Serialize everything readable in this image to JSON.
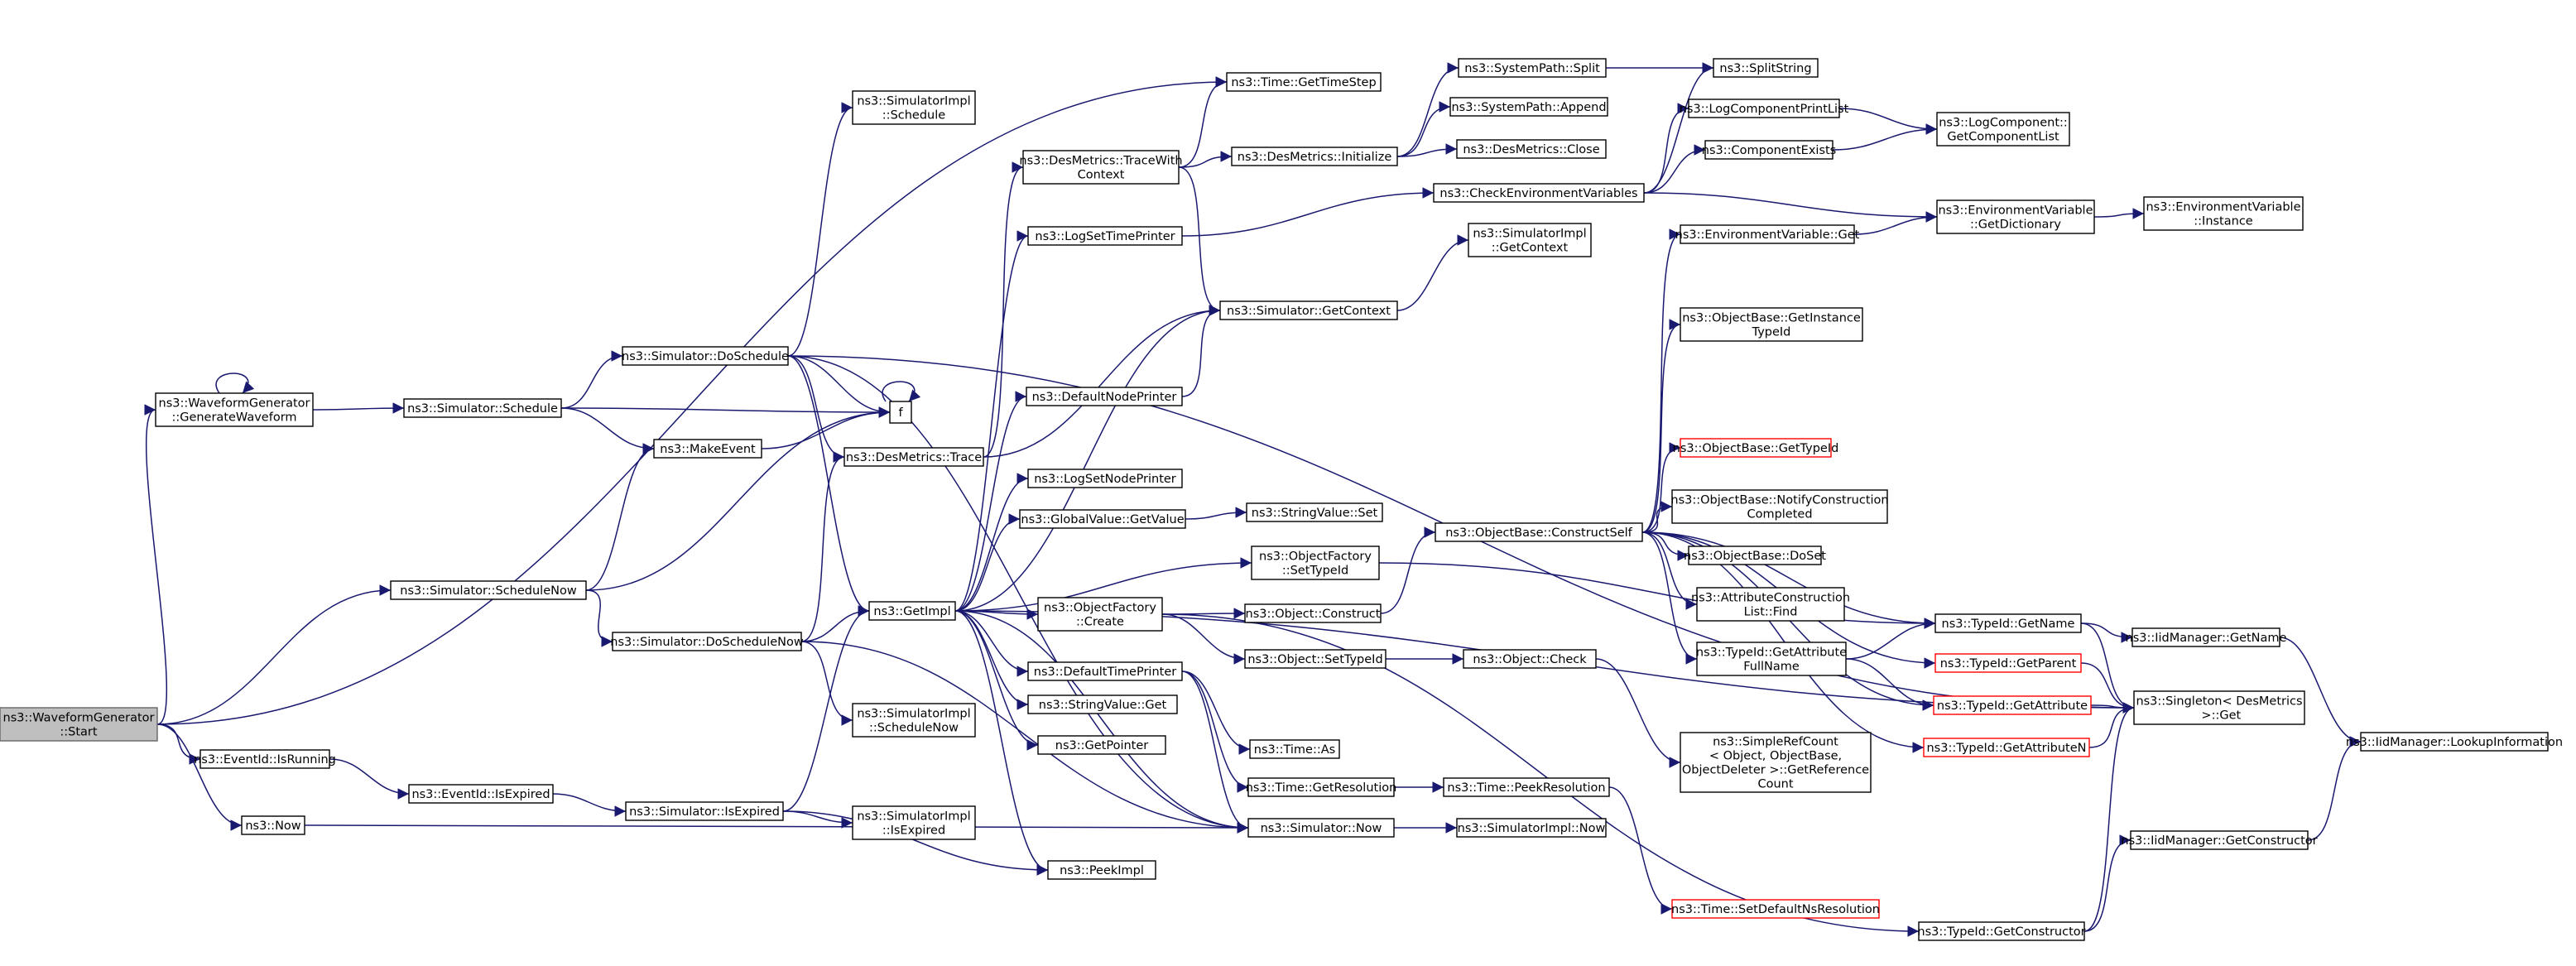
{
  "diagram": {
    "nodes": [
      {
        "id": "start",
        "lines": [
          "ns3::WaveformGenerator",
          "::Start"
        ],
        "root": true
      },
      {
        "id": "genwave",
        "lines": [
          "ns3::WaveformGenerator",
          "::GenerateWaveform"
        ]
      },
      {
        "id": "isrunning",
        "lines": [
          "ns3::EventId::IsRunning"
        ]
      },
      {
        "id": "now1",
        "lines": [
          "ns3::Now"
        ]
      },
      {
        "id": "sched",
        "lines": [
          "ns3::Simulator::Schedule"
        ]
      },
      {
        "id": "schednow",
        "lines": [
          "ns3::Simulator::ScheduleNow"
        ]
      },
      {
        "id": "isexpired",
        "lines": [
          "ns3::EventId::IsExpired"
        ]
      },
      {
        "id": "doschedule",
        "lines": [
          "ns3::Simulator::DoSchedule"
        ]
      },
      {
        "id": "makeevent",
        "lines": [
          "ns3::MakeEvent"
        ]
      },
      {
        "id": "doschednow",
        "lines": [
          "ns3::Simulator::DoScheduleNow"
        ]
      },
      {
        "id": "simisexpired",
        "lines": [
          "ns3::Simulator::IsExpired"
        ]
      },
      {
        "id": "implschedule",
        "lines": [
          "ns3::SimulatorImpl",
          "::Schedule"
        ]
      },
      {
        "id": "f",
        "lines": [
          "f"
        ]
      },
      {
        "id": "destrace",
        "lines": [
          "ns3::DesMetrics::Trace"
        ]
      },
      {
        "id": "getimpl",
        "lines": [
          "ns3::GetImpl"
        ]
      },
      {
        "id": "implschednow",
        "lines": [
          "ns3::SimulatorImpl",
          "::ScheduleNow"
        ]
      },
      {
        "id": "implisexpired",
        "lines": [
          "ns3::SimulatorImpl",
          "::IsExpired"
        ]
      },
      {
        "id": "tracewith",
        "lines": [
          "ns3::DesMetrics::TraceWith",
          "Context"
        ]
      },
      {
        "id": "logsettime",
        "lines": [
          "ns3::LogSetTimePrinter"
        ]
      },
      {
        "id": "defnodeprinter",
        "lines": [
          "ns3::DefaultNodePrinter"
        ]
      },
      {
        "id": "logsetnode",
        "lines": [
          "ns3::LogSetNodePrinter"
        ]
      },
      {
        "id": "gvget",
        "lines": [
          "ns3::GlobalValue::GetValue"
        ]
      },
      {
        "id": "ofcreate",
        "lines": [
          "ns3::ObjectFactory",
          "::Create"
        ]
      },
      {
        "id": "deftimeprinter",
        "lines": [
          "ns3::DefaultTimePrinter"
        ]
      },
      {
        "id": "svget",
        "lines": [
          "ns3::StringValue::Get"
        ]
      },
      {
        "id": "getpointer",
        "lines": [
          "ns3::GetPointer"
        ]
      },
      {
        "id": "peekimpl",
        "lines": [
          "ns3::PeekImpl"
        ]
      },
      {
        "id": "gettimestep",
        "lines": [
          "ns3::Time::GetTimeStep"
        ]
      },
      {
        "id": "desinit",
        "lines": [
          "ns3::DesMetrics::Initialize"
        ]
      },
      {
        "id": "simgetctx",
        "lines": [
          "ns3::Simulator::GetContext"
        ]
      },
      {
        "id": "svset",
        "lines": [
          "ns3::StringValue::Set"
        ]
      },
      {
        "id": "ofsettypeid",
        "lines": [
          "ns3::ObjectFactory",
          "::SetTypeId"
        ]
      },
      {
        "id": "objconstruct",
        "lines": [
          "ns3::Object::Construct"
        ]
      },
      {
        "id": "objsettypeid",
        "lines": [
          "ns3::Object::SetTypeId"
        ]
      },
      {
        "id": "timeas",
        "lines": [
          "ns3::Time::As"
        ]
      },
      {
        "id": "timegetres",
        "lines": [
          "ns3::Time::GetResolution"
        ]
      },
      {
        "id": "simnow",
        "lines": [
          "ns3::Simulator::Now"
        ]
      },
      {
        "id": "spsplit",
        "lines": [
          "ns3::SystemPath::Split"
        ]
      },
      {
        "id": "spappend",
        "lines": [
          "ns3::SystemPath::Append"
        ]
      },
      {
        "id": "desclose",
        "lines": [
          "ns3::DesMetrics::Close"
        ]
      },
      {
        "id": "checkenv",
        "lines": [
          "ns3::CheckEnvironmentVariables"
        ]
      },
      {
        "id": "implgetctx",
        "lines": [
          "ns3::SimulatorImpl",
          "::GetContext"
        ]
      },
      {
        "id": "constructself",
        "lines": [
          "ns3::ObjectBase::ConstructSelf"
        ]
      },
      {
        "id": "objcheck",
        "lines": [
          "ns3::Object::Check"
        ]
      },
      {
        "id": "timepeekres",
        "lines": [
          "ns3::Time::PeekResolution"
        ]
      },
      {
        "id": "implnow",
        "lines": [
          "ns3::SimulatorImpl::Now"
        ]
      },
      {
        "id": "splitstring",
        "lines": [
          "ns3::SplitString"
        ]
      },
      {
        "id": "logcompprint",
        "lines": [
          "ns3::LogComponentPrintList"
        ]
      },
      {
        "id": "compexists",
        "lines": [
          "ns3::ComponentExists"
        ]
      },
      {
        "id": "envget",
        "lines": [
          "ns3::EnvironmentVariable::Get"
        ]
      },
      {
        "id": "obgetinst",
        "lines": [
          "ns3::ObjectBase::GetInstance",
          "TypeId"
        ]
      },
      {
        "id": "obgettypeid",
        "lines": [
          "ns3::ObjectBase::GetTypeId"
        ],
        "red": true
      },
      {
        "id": "obnotify",
        "lines": [
          "ns3::ObjectBase::NotifyConstruction",
          "Completed"
        ]
      },
      {
        "id": "obdoset",
        "lines": [
          "ns3::ObjectBase::DoSet"
        ]
      },
      {
        "id": "attrfind",
        "lines": [
          "ns3::AttributeConstruction",
          "List::Find"
        ]
      },
      {
        "id": "tidgetattrfull",
        "lines": [
          "ns3::TypeId::GetAttribute",
          "FullName"
        ]
      },
      {
        "id": "simplerefcount",
        "lines": [
          "ns3::SimpleRefCount",
          "< Object, ObjectBase,",
          "ObjectDeleter >::GetReference",
          "Count"
        ]
      },
      {
        "id": "setdefaultns",
        "lines": [
          "ns3::Time::SetDefaultNsResolution"
        ],
        "red": true
      },
      {
        "id": "logcompget",
        "lines": [
          "ns3::LogComponent::",
          "GetComponentList"
        ]
      },
      {
        "id": "envgetdict",
        "lines": [
          "ns3::EnvironmentVariable",
          "::GetDictionary"
        ]
      },
      {
        "id": "tidgetname",
        "lines": [
          "ns3::TypeId::GetName"
        ]
      },
      {
        "id": "tidgetparent",
        "lines": [
          "ns3::TypeId::GetParent"
        ],
        "red": true
      },
      {
        "id": "tidgetattr",
        "lines": [
          "ns3::TypeId::GetAttribute"
        ],
        "red": true
      },
      {
        "id": "tidgetattrn",
        "lines": [
          "ns3::TypeId::GetAttributeN"
        ],
        "red": true
      },
      {
        "id": "tidgetctor",
        "lines": [
          "ns3::TypeId::GetConstructor"
        ]
      },
      {
        "id": "envinstance",
        "lines": [
          "ns3::EnvironmentVariable",
          "::Instance"
        ]
      },
      {
        "id": "iidgetname",
        "lines": [
          "ns3::IidManager::GetName"
        ]
      },
      {
        "id": "singleton",
        "lines": [
          "ns3::Singleton< DesMetrics",
          " >::Get"
        ]
      },
      {
        "id": "iidgetctor",
        "lines": [
          "ns3::IidManager::GetConstructor"
        ]
      },
      {
        "id": "iidlookup",
        "lines": [
          "ns3::IidManager::LookupInformation"
        ]
      }
    ],
    "edges": [
      [
        "start",
        "genwave"
      ],
      [
        "start",
        "schednow"
      ],
      [
        "start",
        "isrunning"
      ],
      [
        "start",
        "now1"
      ],
      [
        "start",
        "gettimestep"
      ],
      [
        "genwave",
        "genwave"
      ],
      [
        "genwave",
        "sched"
      ],
      [
        "isrunning",
        "isexpired"
      ],
      [
        "isexpired",
        "simisexpired"
      ],
      [
        "now1",
        "simnow"
      ],
      [
        "sched",
        "doschedule"
      ],
      [
        "sched",
        "makeevent"
      ],
      [
        "sched",
        "f"
      ],
      [
        "schednow",
        "makeevent"
      ],
      [
        "schednow",
        "f"
      ],
      [
        "schednow",
        "doschednow"
      ],
      [
        "makeevent",
        "f"
      ],
      [
        "f",
        "f"
      ],
      [
        "doschedule",
        "implschedule"
      ],
      [
        "doschedule",
        "f"
      ],
      [
        "doschedule",
        "destrace"
      ],
      [
        "doschedule",
        "getimpl"
      ],
      [
        "doschedule",
        "singleton"
      ],
      [
        "doschedule",
        "simnow"
      ],
      [
        "doschednow",
        "getimpl"
      ],
      [
        "doschednow",
        "destrace"
      ],
      [
        "doschednow",
        "implschednow"
      ],
      [
        "doschednow",
        "simnow"
      ],
      [
        "simisexpired",
        "getimpl"
      ],
      [
        "simisexpired",
        "implisexpired"
      ],
      [
        "simisexpired",
        "peekimpl"
      ],
      [
        "destrace",
        "tracewith"
      ],
      [
        "destrace",
        "simgetctx"
      ],
      [
        "tracewith",
        "gettimestep"
      ],
      [
        "tracewith",
        "desinit"
      ],
      [
        "tracewith",
        "simgetctx"
      ],
      [
        "desinit",
        "spsplit"
      ],
      [
        "desinit",
        "spappend"
      ],
      [
        "desinit",
        "desclose"
      ],
      [
        "spsplit",
        "splitstring"
      ],
      [
        "getimpl",
        "logsettime"
      ],
      [
        "getimpl",
        "defnodeprinter"
      ],
      [
        "getimpl",
        "logsetnode"
      ],
      [
        "getimpl",
        "gvget"
      ],
      [
        "getimpl",
        "ofsettypeid"
      ],
      [
        "getimpl",
        "ofcreate"
      ],
      [
        "getimpl",
        "deftimeprinter"
      ],
      [
        "getimpl",
        "svget"
      ],
      [
        "getimpl",
        "getpointer"
      ],
      [
        "getimpl",
        "peekimpl"
      ],
      [
        "getimpl",
        "simgetctx"
      ],
      [
        "getimpl",
        "simnow"
      ],
      [
        "getimpl",
        "singleton"
      ],
      [
        "logsettime",
        "checkenv"
      ],
      [
        "defnodeprinter",
        "simgetctx"
      ],
      [
        "simgetctx",
        "implgetctx"
      ],
      [
        "gvget",
        "svset"
      ],
      [
        "ofsettypeid",
        "tidgetname"
      ],
      [
        "ofcreate",
        "objconstruct"
      ],
      [
        "ofcreate",
        "objsettypeid"
      ],
      [
        "ofcreate",
        "tidgetctor"
      ],
      [
        "objconstruct",
        "constructself"
      ],
      [
        "objsettypeid",
        "objcheck"
      ],
      [
        "objcheck",
        "simplerefcount"
      ],
      [
        "deftimeprinter",
        "timeas"
      ],
      [
        "deftimeprinter",
        "timegetres"
      ],
      [
        "deftimeprinter",
        "simnow"
      ],
      [
        "timegetres",
        "timepeekres"
      ],
      [
        "timepeekres",
        "setdefaultns"
      ],
      [
        "simnow",
        "implnow"
      ],
      [
        "checkenv",
        "splitstring"
      ],
      [
        "checkenv",
        "logcompprint"
      ],
      [
        "checkenv",
        "compexists"
      ],
      [
        "checkenv",
        "envgetdict"
      ],
      [
        "logcompprint",
        "logcompget"
      ],
      [
        "compexists",
        "logcompget"
      ],
      [
        "constructself",
        "envget"
      ],
      [
        "constructself",
        "obgetinst"
      ],
      [
        "constructself",
        "obgettypeid"
      ],
      [
        "constructself",
        "obnotify"
      ],
      [
        "constructself",
        "obdoset"
      ],
      [
        "constructself",
        "attrfind"
      ],
      [
        "constructself",
        "tidgetattrfull"
      ],
      [
        "constructself",
        "tidgetname"
      ],
      [
        "constructself",
        "tidgetparent"
      ],
      [
        "constructself",
        "tidgetattr"
      ],
      [
        "constructself",
        "tidgetattrn"
      ],
      [
        "envget",
        "envgetdict"
      ],
      [
        "envgetdict",
        "envinstance"
      ],
      [
        "tidgetattrfull",
        "tidgetname"
      ],
      [
        "tidgetattrfull",
        "tidgetattr"
      ],
      [
        "tidgetname",
        "iidgetname"
      ],
      [
        "tidgetname",
        "singleton"
      ],
      [
        "tidgetparent",
        "singleton"
      ],
      [
        "tidgetattr",
        "singleton"
      ],
      [
        "tidgetattrn",
        "singleton"
      ],
      [
        "tidgetctor",
        "singleton"
      ],
      [
        "tidgetctor",
        "iidgetctor"
      ],
      [
        "iidgetname",
        "iidlookup"
      ],
      [
        "iidgetctor",
        "iidlookup"
      ]
    ]
  }
}
